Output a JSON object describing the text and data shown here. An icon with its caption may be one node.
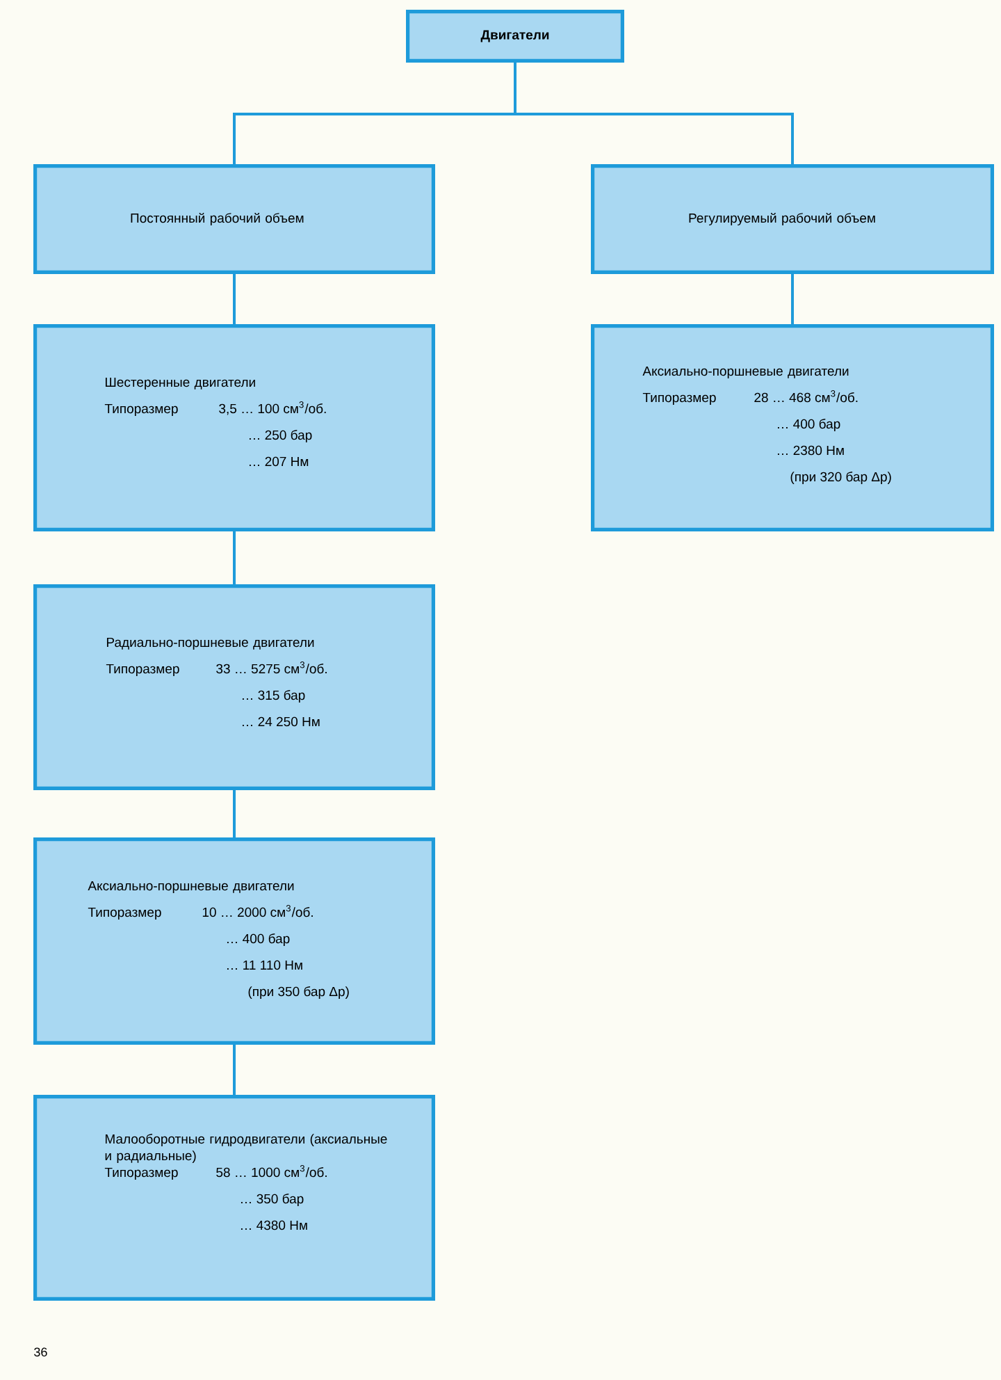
{
  "diagram": {
    "nodes": [
      {
        "text": [
          "Двигатели"
        ]
      },
      {
        "text": [
          "Постоянный рабочий объем"
        ]
      },
      {
        "text": [
          "Регулируемый рабочий объем"
        ]
      },
      {
        "text": [
          "Шестеренные двигатели",
          "Типоразмер",
          "3,5 … 100 см$^{3}$/об.",
          "… 250 бар",
          "… 207 Нм"
        ]
      },
      {
        "text": [
          "Аксиально-поршневые двигатели",
          "Типоразмер",
          "28 … 468 см$^{3}$/об.",
          "… 400 бар",
          "… 2380 Нм",
          "(при 320 бар Δp)"
        ]
      },
      {
        "text": [
          "Радиально-поршневые двигатели",
          "Типоразмер",
          "33 … 5275 см$^{3}$/об.",
          "… 315 бар",
          "… 24 250 Нм"
        ]
      },
      {
        "text": [
          "Аксиально-поршневые двигатели",
          "Типоразмер",
          "10 … 2000 см$^{3}$/об.",
          "… 400 бар",
          "… 11 110 Нм",
          "(при 350 бар Δp)"
        ]
      },
      {
        "text": [
          "Малооборотные гидродвигатели (аксиальные и радиальные)",
          "Типоразмер",
          "58 … 1000 см$^{3}$/об.",
          "… 350 бар",
          "… 4380 Нм"
        ]
      }
    ],
    "edges": [
      {
        "from": 0,
        "to": 1,
        "arrow": "none"
      },
      {
        "from": 0,
        "to": 2,
        "arrow": "none"
      },
      {
        "from": 1,
        "to": 3,
        "arrow": "none"
      },
      {
        "from": 2,
        "to": 4,
        "arrow": "none"
      },
      {
        "from": 3,
        "to": 5,
        "arrow": "none"
      },
      {
        "from": 5,
        "to": 6,
        "arrow": "none"
      },
      {
        "from": 6,
        "to": 7,
        "arrow": "none"
      }
    ],
    "labels": [
      "36"
    ]
  }
}
